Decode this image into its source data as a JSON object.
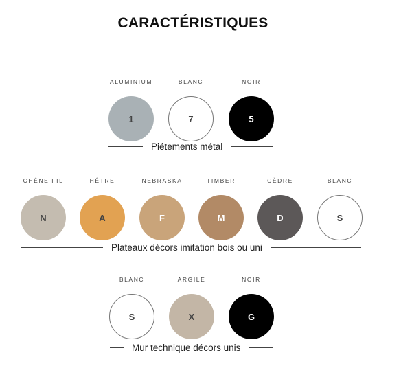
{
  "title": "CARACTÉRISTIQUES",
  "sections": [
    {
      "label": "Piétements métal",
      "swatches": [
        {
          "name": "ALUMINIUM",
          "code": "1",
          "color": "#a9b1b5",
          "text": "#444"
        },
        {
          "name": "BLANC",
          "code": "7",
          "color": "#ffffff",
          "text": "#444"
        },
        {
          "name": "NOIR",
          "code": "5",
          "color": "#000000",
          "text": "#ffffff"
        }
      ]
    },
    {
      "label": "Plateaux décors imitation bois ou uni",
      "swatches": [
        {
          "name": "CHÊNE FIL",
          "code": "N",
          "color": "#c4bcb0",
          "text": "#444"
        },
        {
          "name": "HÊTRE",
          "code": "A",
          "color": "#e2a252",
          "text": "#444"
        },
        {
          "name": "NEBRASKA",
          "code": "F",
          "color": "#c9a47a",
          "text": "#ffffff"
        },
        {
          "name": "TIMBER",
          "code": "M",
          "color": "#b28a66",
          "text": "#ffffff"
        },
        {
          "name": "CÈDRE",
          "code": "D",
          "color": "#5c5858",
          "text": "#ffffff"
        },
        {
          "name": "BLANC",
          "code": "S",
          "color": "#ffffff",
          "text": "#444"
        }
      ]
    },
    {
      "label": "Mur technique décors unis",
      "swatches": [
        {
          "name": "BLANC",
          "code": "S",
          "color": "#ffffff",
          "text": "#444"
        },
        {
          "name": "ARGILE",
          "code": "X",
          "color": "#c3b6a6",
          "text": "#444"
        },
        {
          "name": "NOIR",
          "code": "G",
          "color": "#000000",
          "text": "#ffffff"
        }
      ]
    }
  ]
}
